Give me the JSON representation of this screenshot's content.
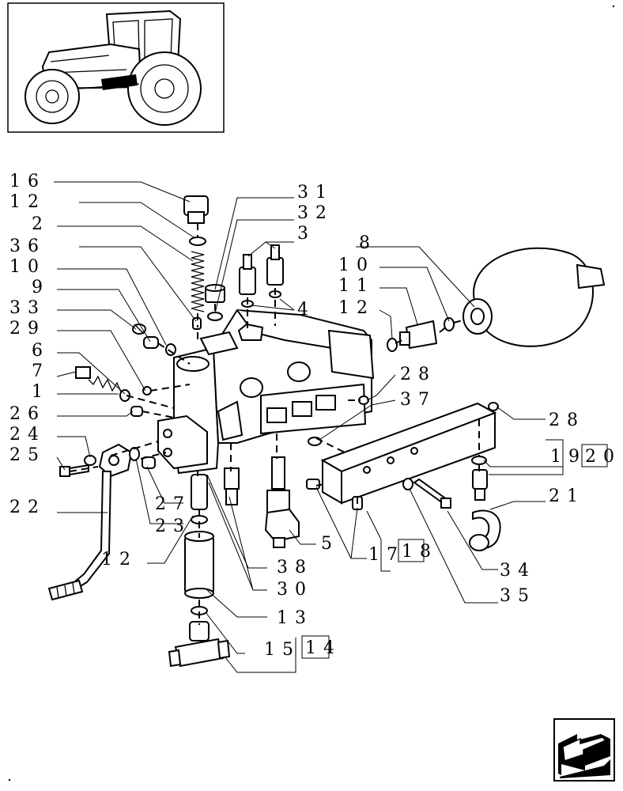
{
  "labels": [
    {
      "id": "16",
      "text": "16"
    },
    {
      "id": "12a",
      "text": "12"
    },
    {
      "id": "2",
      "text": "2"
    },
    {
      "id": "36",
      "text": "36"
    },
    {
      "id": "10a",
      "text": "10"
    },
    {
      "id": "9",
      "text": "9"
    },
    {
      "id": "33",
      "text": "33"
    },
    {
      "id": "29",
      "text": "29"
    },
    {
      "id": "6",
      "text": "6"
    },
    {
      "id": "7",
      "text": "7"
    },
    {
      "id": "1",
      "text": "1"
    },
    {
      "id": "26",
      "text": "26"
    },
    {
      "id": "24",
      "text": "24"
    },
    {
      "id": "25",
      "text": "25"
    },
    {
      "id": "22",
      "text": "22"
    },
    {
      "id": "31",
      "text": "31"
    },
    {
      "id": "32",
      "text": "32"
    },
    {
      "id": "3",
      "text": "3"
    },
    {
      "id": "4",
      "text": "4"
    },
    {
      "id": "8",
      "text": "8"
    },
    {
      "id": "10b",
      "text": "10"
    },
    {
      "id": "11",
      "text": "11"
    },
    {
      "id": "12b",
      "text": "12"
    },
    {
      "id": "28a",
      "text": "28"
    },
    {
      "id": "37",
      "text": "37"
    },
    {
      "id": "28b",
      "text": "28"
    },
    {
      "id": "19",
      "text": "19"
    },
    {
      "id": "20",
      "text": "20"
    },
    {
      "id": "21",
      "text": "21"
    },
    {
      "id": "27",
      "text": "27"
    },
    {
      "id": "23",
      "text": "23"
    },
    {
      "id": "12c",
      "text": "12"
    },
    {
      "id": "5",
      "text": "5"
    },
    {
      "id": "17",
      "text": "17"
    },
    {
      "id": "18",
      "text": "18"
    },
    {
      "id": "38",
      "text": "38"
    },
    {
      "id": "30",
      "text": "30"
    },
    {
      "id": "34",
      "text": "34"
    },
    {
      "id": "35",
      "text": "35"
    },
    {
      "id": "13",
      "text": "13"
    },
    {
      "id": "15",
      "text": "15"
    },
    {
      "id": "14",
      "text": "14"
    }
  ],
  "nav": {
    "icon": "next-page-arrow-icon"
  }
}
